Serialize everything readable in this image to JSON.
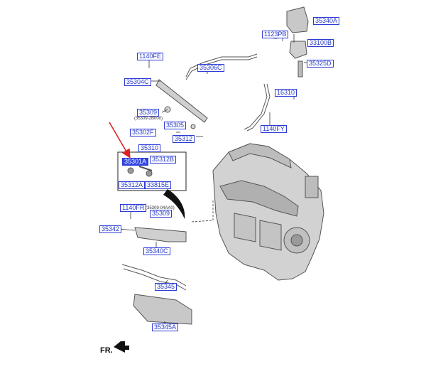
{
  "diagram": {
    "callouts": {
      "c35340A": "35340A",
      "c1123PB": "1123PB",
      "c33100B": "33100B",
      "c1140FE_top": "1140FE",
      "c35325D": "35325D",
      "c35306C": "35306C",
      "c35304C": "35304C",
      "c16310": "16310",
      "c35309_top": "35309",
      "c35305": "35305",
      "c35302F": "35302F",
      "c1140FY": "1140FY",
      "c35312": "35312",
      "c35310": "35310",
      "c35312B": "35312B",
      "c35301A": "35301A",
      "c35312A": "35312A",
      "c33815E": "33815E",
      "c1140FR": "1140FR",
      "c35309_bot": "35309",
      "c35342": "35342",
      "c35340C": "35340C",
      "c35345": "35345",
      "c35345A": "35345A"
    },
    "sub_notes": {
      "n_top": "(35309-2B000)",
      "n_bot": "(35309-04AA0)"
    },
    "orientation": "FR."
  }
}
